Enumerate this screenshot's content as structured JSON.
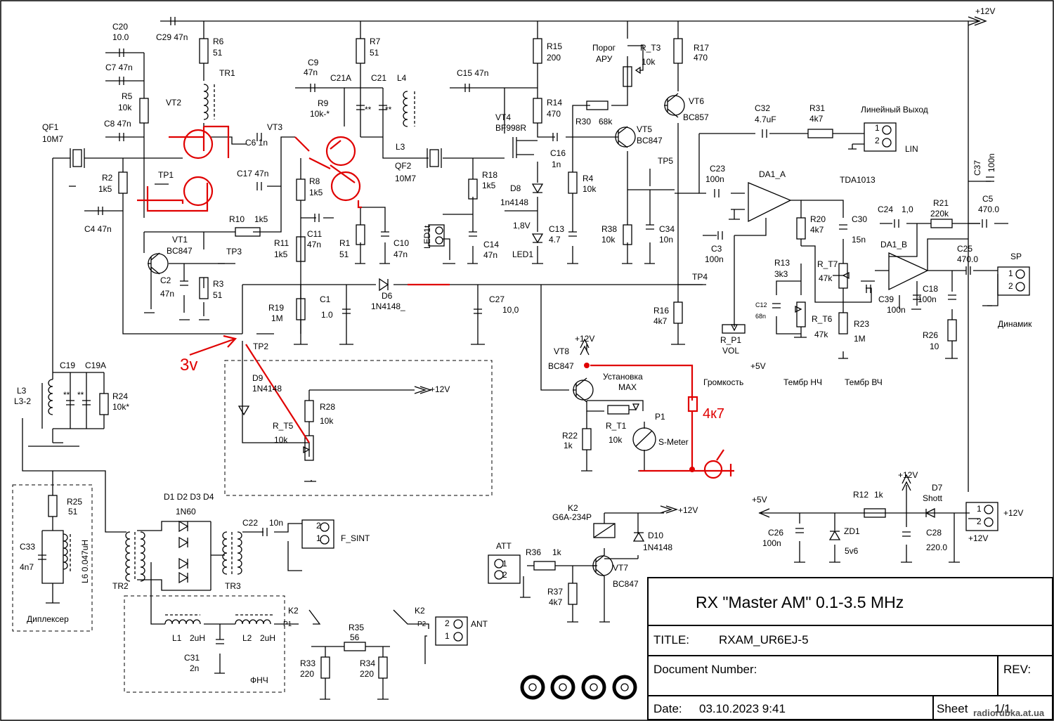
{
  "title_block": {
    "main_title": "RX  \"Master AM\"  0.1-3.5 MHz",
    "title_label": "TITLE:",
    "title_value": "RXAM_UR6EJ-5",
    "docnum_label": "Document Number:",
    "rev_label": "REV:",
    "date_label": "Date:",
    "date_value": "03.10.2023 9:41",
    "sheet_label": "Sheet",
    "sheet_value": "1/1",
    "site": "radiorubka.at.ua"
  },
  "nets": {
    "p12_top": "+12V",
    "p12": "+12V",
    "p5": "+5V",
    "v18": "1,8V"
  },
  "components": {
    "QF1": [
      "QF1",
      "10M7"
    ],
    "QF2": [
      "QF2",
      "10M7"
    ],
    "C20": [
      "C20",
      "10.0"
    ],
    "C7": [
      "C7 47n"
    ],
    "C8": [
      "C8 47n"
    ],
    "C29": [
      "C29 47n"
    ],
    "R5": [
      "R5",
      "10k"
    ],
    "R6": [
      "R6",
      "51"
    ],
    "TR1": [
      "TR1"
    ],
    "VT2": [
      "VT2"
    ],
    "R2": [
      "R2",
      "1k5"
    ],
    "TP1": [
      "TP1"
    ],
    "C4": [
      "C4 47n"
    ],
    "VT1": [
      "VT1",
      "BC847"
    ],
    "C2": [
      "C2",
      "47n"
    ],
    "R3": [
      "R3",
      "51"
    ],
    "TP3": [
      "TP3"
    ],
    "R10": [
      "R10",
      "1k5"
    ],
    "VT3": [
      "VT3"
    ],
    "C6": [
      "C6 1n"
    ],
    "C17": [
      "C17 47n"
    ],
    "R8": [
      "R8",
      "1k5"
    ],
    "C11": [
      "C11",
      "47n"
    ],
    "R11": [
      "R11",
      "1k5"
    ],
    "R1": [
      "R1",
      "51"
    ],
    "C10": [
      "C10",
      "47n"
    ],
    "C9": [
      "C9",
      "47n"
    ],
    "R9": [
      "R9",
      "10k-*"
    ],
    "C21A": [
      "C21A"
    ],
    "C21": [
      "C21"
    ],
    "R7": [
      "R7",
      "51"
    ],
    "L4": [
      "L4"
    ],
    "L3a": [
      "L3"
    ],
    "C15": [
      "C15 47n"
    ],
    "R15": [
      "R15",
      "200"
    ],
    "R14": [
      "R14",
      "470"
    ],
    "VT4": [
      "VT4",
      "BF998R"
    ],
    "R18": [
      "R18",
      "1k5"
    ],
    "C14": [
      "C14",
      "47n"
    ],
    "D8": [
      "D8",
      "1n4148"
    ],
    "LED1": [
      "LED1"
    ],
    "LED1t": [
      "LED1t"
    ],
    "C13": [
      "C13",
      "4.7"
    ],
    "C16": [
      "C16",
      "1n"
    ],
    "R30": [
      "R30",
      "68k"
    ],
    "R4": [
      "R4",
      "10k"
    ],
    "VT5": [
      "VT5",
      "BC847"
    ],
    "R38": [
      "R38",
      "10k"
    ],
    "C34": [
      "C34",
      "10n"
    ],
    "TP5": [
      "TP5"
    ],
    "R_T3": [
      "R_T3",
      "10k"
    ],
    "porog": [
      "Порог",
      "АРУ"
    ],
    "R17": [
      "R17",
      "470"
    ],
    "VT6": [
      "VT6",
      "BC857"
    ],
    "C32": [
      "C32",
      "4.7uF"
    ],
    "R31": [
      "R31",
      "4k7"
    ],
    "lin_out": [
      "Линейный Выход"
    ],
    "LIN": [
      "LIN"
    ],
    "C37": [
      "C37",
      "100n"
    ],
    "C23": [
      "C23",
      "100n"
    ],
    "DA1_A": [
      "DA1_A"
    ],
    "TDA": [
      "TDA1013"
    ],
    "C3": [
      "C3",
      "100n"
    ],
    "R20": [
      "R20",
      "4k7"
    ],
    "C30": [
      "C30",
      "15n"
    ],
    "C24": [
      "C24",
      "1,0"
    ],
    "R21": [
      "R21",
      "220k"
    ],
    "C5": [
      "C5",
      "470.0"
    ],
    "R13": [
      "R13",
      "3k3"
    ],
    "R_T7": [
      "R_T7",
      "47k"
    ],
    "C12": [
      "C12",
      "68n"
    ],
    "R_T6": [
      "R_T6",
      "47k"
    ],
    "C39": [
      "C39",
      "100n"
    ],
    "DA1_B": [
      "DA1_B"
    ],
    "C25": [
      "C25",
      "470.0"
    ],
    "C18": [
      "C18",
      "100n"
    ],
    "R26": [
      "R26",
      "10"
    ],
    "SP": [
      "SP"
    ],
    "dinamik": [
      "Динамик"
    ],
    "R23": [
      "R23",
      "1M"
    ],
    "TP4": [
      "TP4"
    ],
    "R16": [
      "R16",
      "4k7"
    ],
    "R_P1": [
      "R_P1",
      "VOL"
    ],
    "ton_nch": [
      "Тембр НЧ"
    ],
    "ton_vch": [
      "Тембр ВЧ"
    ],
    "gromkost": [
      "Громкость"
    ],
    "R19": [
      "R19",
      "1M"
    ],
    "C1": [
      "C1",
      "1.0"
    ],
    "D6": [
      "D6",
      "1N4148_"
    ],
    "C27": [
      "C27",
      "10,0"
    ],
    "TP2": [
      "TP2"
    ],
    "D9": [
      "D9",
      "1N4148"
    ],
    "R28": [
      "R28",
      "10k"
    ],
    "R_T5": [
      "R_T5",
      "10k"
    ],
    "VT8": [
      "VT8",
      "BC847"
    ],
    "ustanovka": [
      "Установка",
      "MAX"
    ],
    "R_T1": [
      "R_T1",
      "10k"
    ],
    "P1": [
      "P1",
      "S-Meter"
    ],
    "R22": [
      "R22",
      "1k"
    ],
    "C19": [
      "C19"
    ],
    "C19A": [
      "C19A"
    ],
    "R24": [
      "R24",
      "10k*"
    ],
    "L3b": [
      "L3",
      "L3-2"
    ],
    "R25": [
      "R25",
      "51"
    ],
    "C33": [
      "C33",
      "4n7"
    ],
    "L6": [
      "L6 0.047uH"
    ],
    "dipl": [
      "Диплексер"
    ],
    "TR2": [
      "TR2"
    ],
    "TR3": [
      "TR3"
    ],
    "D1D4": [
      "D1 D2 D3 D4",
      "1N60"
    ],
    "C22": [
      "C22",
      "10n"
    ],
    "F_SINT": [
      "F_SINT"
    ],
    "L1": [
      "L1",
      "2uH"
    ],
    "L2": [
      "L2",
      "2uH"
    ],
    "C31": [
      "C31",
      "2n"
    ],
    "FNCH": [
      "ФНЧ"
    ],
    "K2a": [
      "K2",
      "P1"
    ],
    "K2b": [
      "K2",
      "P2"
    ],
    "R35": [
      "R35",
      "56"
    ],
    "R33": [
      "R33",
      "220"
    ],
    "R34": [
      "R34",
      "220"
    ],
    "ANT": [
      "ANT"
    ],
    "ATT": [
      "ATT"
    ],
    "R36": [
      "R36",
      "1k"
    ],
    "R37": [
      "R37",
      "4k7"
    ],
    "K2coil": [
      "K2",
      "G6A-234P"
    ],
    "D10": [
      "D10",
      "1N4148"
    ],
    "VT7": [
      "VT7",
      "BC847"
    ],
    "R12": [
      "R12",
      "1k"
    ],
    "D7": [
      "D7",
      "Shott"
    ],
    "C26": [
      "C26",
      "100n"
    ],
    "ZD1": [
      "ZD1",
      "5v6"
    ],
    "C28": [
      "C28",
      "220.0"
    ],
    "pwr_in": [
      "+12V",
      "+12V"
    ]
  },
  "annotations": {
    "v3": "3v",
    "r4k7": "4к7",
    "stars": "**",
    "pins": [
      "1",
      "2"
    ]
  }
}
